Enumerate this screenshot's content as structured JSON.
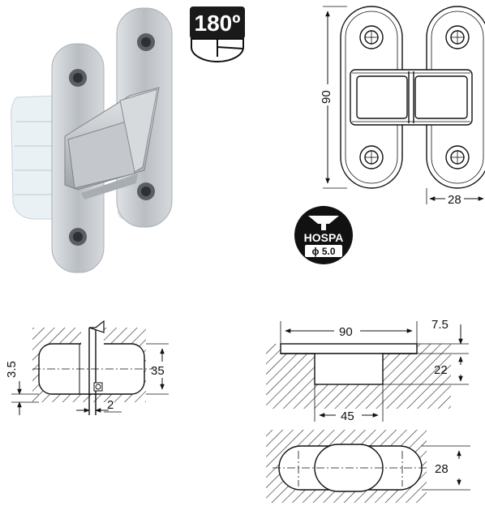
{
  "badge": {
    "angle": "180º"
  },
  "hospa": {
    "brand": "HOSPA",
    "diameter": "ϕ 5.0"
  },
  "front_view": {
    "height_label": "90",
    "width_label": "28"
  },
  "side_section": {
    "left_label": "3.5",
    "right_label": "35",
    "bottom_label": "2"
  },
  "mortise_section": {
    "top_label": "90",
    "right_top_label": "7.5",
    "right_mid_label": "22",
    "bottom_label": "45"
  },
  "mortise_plan": {
    "right_label": "28"
  },
  "colors": {
    "line": "#111111",
    "hinge_body": "#c9ccd0",
    "plastic": "#e8f0f4",
    "knuckle": "#aeb3b8"
  }
}
